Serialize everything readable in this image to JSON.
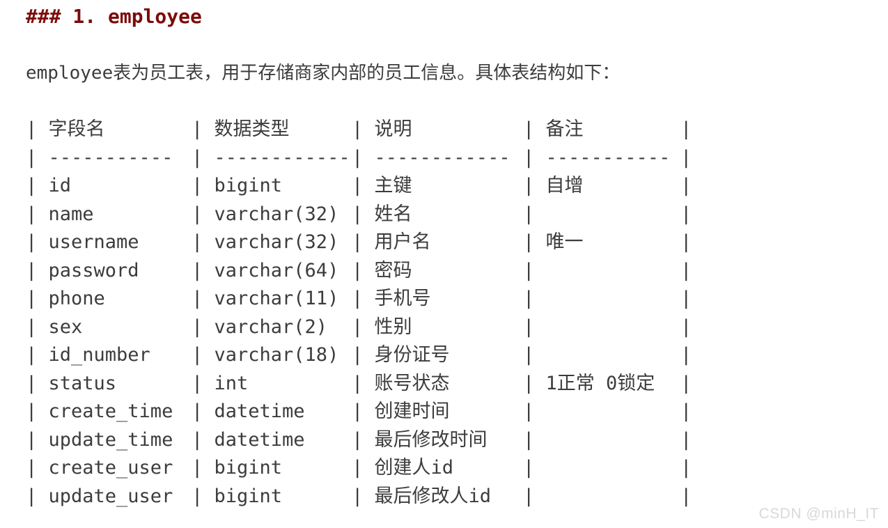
{
  "page": {
    "background": "#ffffff",
    "text_color": "#3c3c3c"
  },
  "heading": {
    "text": "### 1. employee",
    "color": "#7c0b0b"
  },
  "intro": {
    "text": "employee表为员工表，用于存储商家内部的员工信息。具体表结构如下："
  },
  "table": {
    "columns": [
      "字段名",
      "数据类型",
      "说明",
      "备注"
    ],
    "separator": [
      "-----------",
      "------------",
      "------------",
      "-----------"
    ],
    "rows": [
      [
        "id",
        "bigint",
        "主键",
        "自增"
      ],
      [
        "name",
        "varchar(32)",
        "姓名",
        ""
      ],
      [
        "username",
        "varchar(32)",
        "用户名",
        "唯一"
      ],
      [
        "password",
        "varchar(64)",
        "密码",
        ""
      ],
      [
        "phone",
        "varchar(11)",
        "手机号",
        ""
      ],
      [
        "sex",
        "varchar(2)",
        "性别",
        ""
      ],
      [
        "id_number",
        "varchar(18)",
        "身份证号",
        ""
      ],
      [
        "status",
        "int",
        "账号状态",
        "1正常 0锁定"
      ],
      [
        "create_time",
        "datetime",
        "创建时间",
        ""
      ],
      [
        "update_time",
        "datetime",
        "最后修改时间",
        ""
      ],
      [
        "create_user",
        "bigint",
        "创建人id",
        ""
      ],
      [
        "update_user",
        "bigint",
        "最后修改人id",
        ""
      ]
    ]
  },
  "watermark": {
    "text": "CSDN @minH_IT",
    "color": "#d8d8d8"
  }
}
